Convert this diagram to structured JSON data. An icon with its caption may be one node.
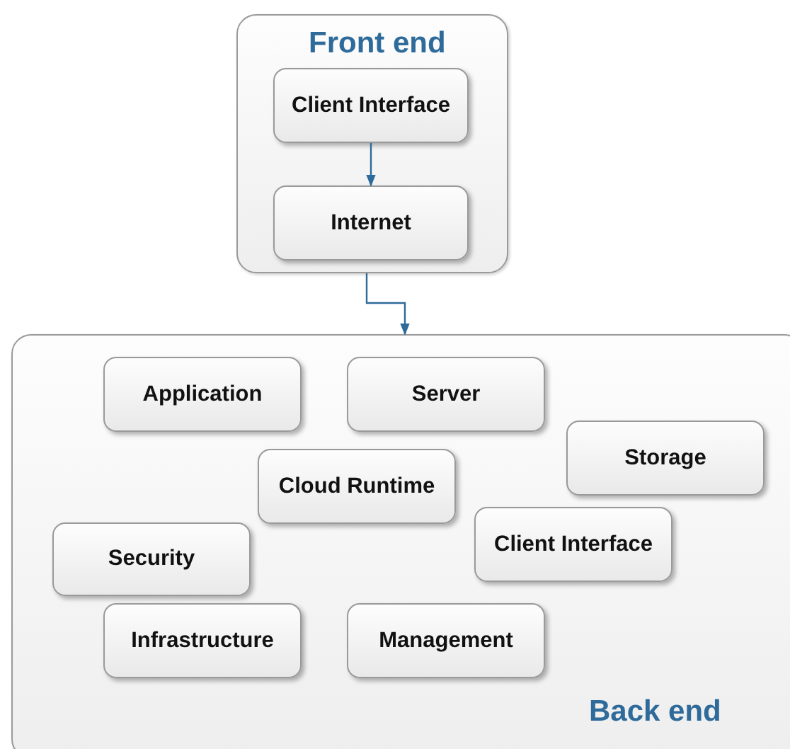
{
  "diagram": {
    "nodes": [
      {
        "text": [
          "Front end"
        ]
      },
      {
        "text": [
          "Client Interface"
        ],
        "in": 0
      },
      {
        "text": [
          "Internet"
        ],
        "in": 0
      },
      {
        "text": [
          "Back end"
        ]
      },
      {
        "text": [
          "Application"
        ],
        "in": 3
      },
      {
        "text": [
          "Server"
        ],
        "in": 3
      },
      {
        "text": [
          "Storage"
        ],
        "in": 3
      },
      {
        "text": [
          "Cloud Runtime"
        ],
        "in": 3
      },
      {
        "text": [
          "Client Interface"
        ],
        "in": 3
      },
      {
        "text": [
          "Security"
        ],
        "in": 3
      },
      {
        "text": [
          "Infrastructure"
        ],
        "in": 3
      },
      {
        "text": [
          "Management"
        ],
        "in": 3
      }
    ],
    "edges": [
      {
        "from": 1,
        "to": 2,
        "arrow": "to"
      },
      {
        "from": 0,
        "to": 3,
        "arrow": "to"
      }
    ]
  }
}
